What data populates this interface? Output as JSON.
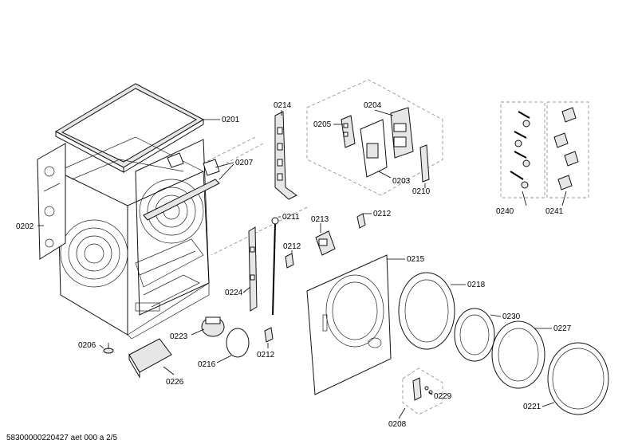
{
  "labels": {
    "p0201": "0201",
    "p0202": "0202",
    "p0203": "0203",
    "p0204": "0204",
    "p0205": "0205",
    "p0206": "0206",
    "p0207": "0207",
    "p0208": "0208",
    "p0210": "0210",
    "p0211": "0211",
    "p0212a": "0212",
    "p0212b": "0212",
    "p0212c": "0212",
    "p0213": "0213",
    "p0214": "0214",
    "p0215": "0215",
    "p0216": "0216",
    "p0218": "0218",
    "p0221": "0221",
    "p0223": "0223",
    "p0224": "0224",
    "p0226": "0226",
    "p0227": "0227",
    "p0229": "0229",
    "p0230": "0230",
    "p0240": "0240",
    "p0241": "0241"
  },
  "footer": "58300000220427 aet 000 a 2/5"
}
